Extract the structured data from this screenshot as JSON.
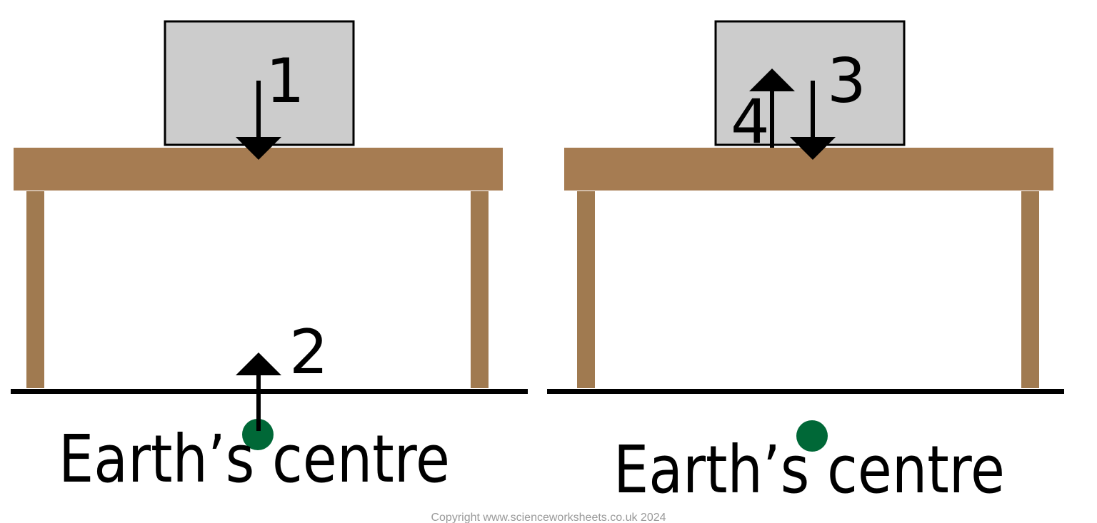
{
  "colors": {
    "table_top": "#a67c52",
    "table_leg": "#a07a50",
    "box_fill": "#cccccc",
    "box_stroke": "#000000",
    "ground": "#000000",
    "earth_centre": "#006837",
    "arrow": "#000000"
  },
  "left_panel": {
    "arrow_labels": [
      "1",
      "2"
    ],
    "earth_label": "Earth’s centre"
  },
  "right_panel": {
    "arrow_labels": [
      "3",
      "4"
    ],
    "earth_label": "Earth’s centre"
  },
  "copyright": "Copyright www.scienceworksheets.co.uk 2024"
}
